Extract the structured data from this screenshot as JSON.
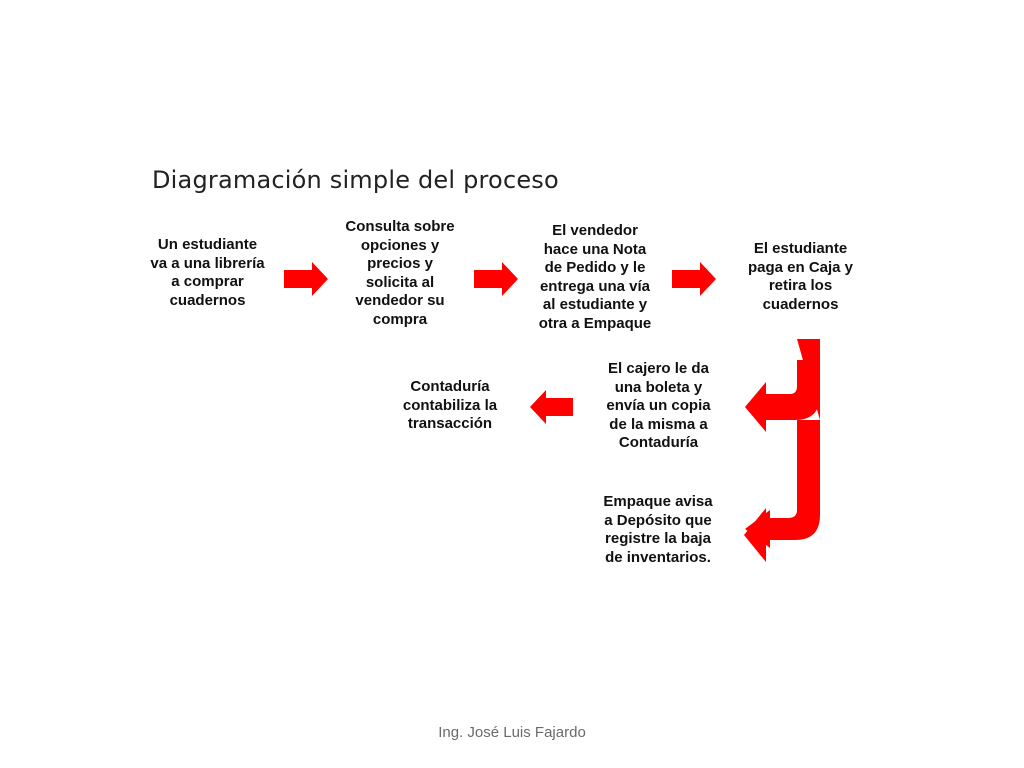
{
  "title": "Diagramación simple del proceso",
  "steps": {
    "s1": "Un estudiante\nva a una librería\na comprar\ncuadernos",
    "s2": "Consulta sobre\nopciones y\nprecios y\nsolicita al\nvendedor su\ncompra",
    "s3": "El vendedor\nhace una Nota\nde Pedido y le\nentrega una vía\nal estudiante y\notra a Empaque",
    "s4": "El estudiante\npaga en Caja y\nretira los\ncuadernos",
    "s5": "El cajero le da\nuna boleta y\nenvía un copia\nde la misma a\nContaduría",
    "s6": "Contaduría\ncontabiliza la\ntransacción",
    "s7": "Empaque avisa\na Depósito que\nregistre la baja\nde inventarios."
  },
  "footer": "Ing. José Luis Fajardo",
  "colors": {
    "arrow": "#ff0000"
  }
}
